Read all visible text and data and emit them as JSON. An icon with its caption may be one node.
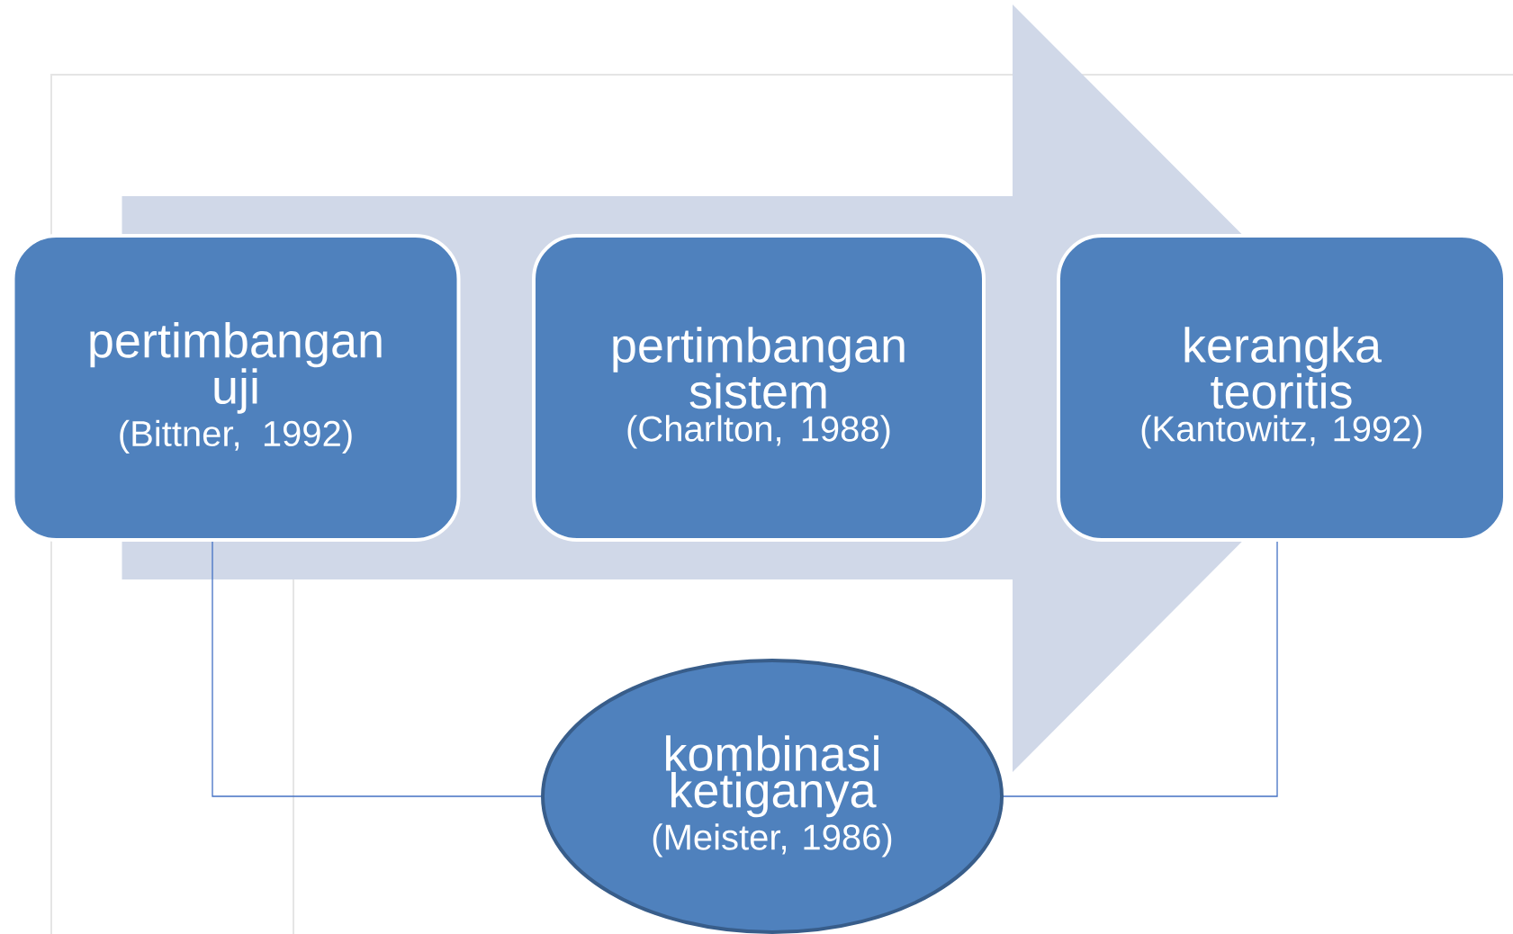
{
  "diagram": {
    "nodes": [
      {
        "text": [
          "pertimbangan uji",
          "(Bittner, 1992)"
        ]
      },
      {
        "text": [
          "pertimbangan sistem",
          "(Charlton, 1988)"
        ]
      },
      {
        "text": [
          "kerangka teoritis",
          "(Kantowitz, 1992)"
        ]
      },
      {
        "text": [
          "kombinasi ketiganya",
          "(Meister, 1986)"
        ]
      }
    ],
    "edges": [
      {
        "from": 0,
        "to": 3,
        "arrow": "none"
      },
      {
        "from": 2,
        "to": 3,
        "arrow": "none"
      },
      {
        "from": 0,
        "to": 2,
        "arrow": "to",
        "style": "thick",
        "color": "#d0d8e8"
      }
    ]
  }
}
